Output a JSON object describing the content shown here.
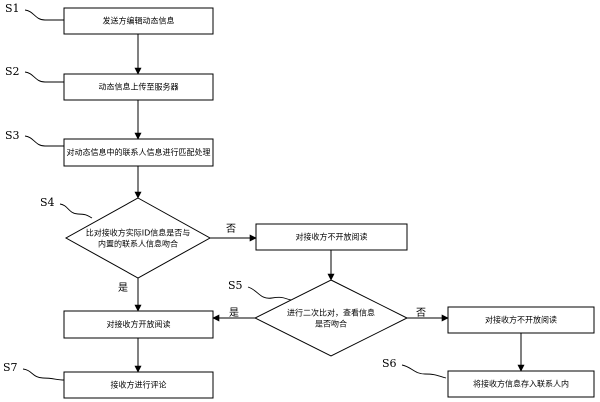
{
  "steps": {
    "s1": "S1",
    "s2": "S2",
    "s3": "S3",
    "s4": "S4",
    "s5": "S5",
    "s6": "S6",
    "s7": "S7"
  },
  "nodes": {
    "edit_info": "发送方编辑动态信息",
    "upload_server": "动态信息上传至服务器",
    "match_contacts": "对动态信息中的联系人信息进行匹配处理",
    "compare_id_line1": "比对接收方实际ID信息是否与",
    "compare_id_line2": "内置的联系人信息吻合",
    "not_open_first": "对接收方不开放阅读",
    "second_compare_line1": "进行二次比对，查看信息",
    "second_compare_line2": "是否吻合",
    "open_read": "对接收方开放阅读",
    "not_open_second": "对接收方不开放阅读",
    "comment": "接收方进行评论",
    "save_contact": "将接收方信息存入联系人内"
  },
  "branches": {
    "no_first": "否",
    "yes_first": "是",
    "yes_second": "是",
    "no_second": "否"
  },
  "colors": {
    "stroke": "#000000",
    "background": "#ffffff"
  }
}
